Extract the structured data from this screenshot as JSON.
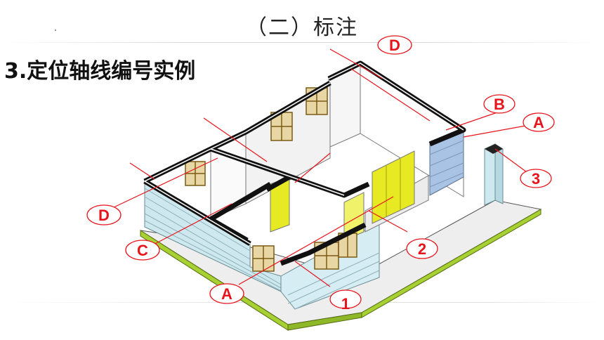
{
  "slide": {
    "title": "（二）标注",
    "heading": "3.定位轴线编号实例"
  },
  "axis_labels": {
    "D_top": "D",
    "B": "B",
    "A_right": "A",
    "n3": "3",
    "D_left": "D",
    "C": "C",
    "n2": "2",
    "A_bottom": "A",
    "n1": "1"
  },
  "colors": {
    "axis_red": "#e8141c",
    "wall_blue": "#cde9ef",
    "slab_green": "#a7d132",
    "door_yellow": "#e7ea22",
    "wall_black": "#111111"
  }
}
